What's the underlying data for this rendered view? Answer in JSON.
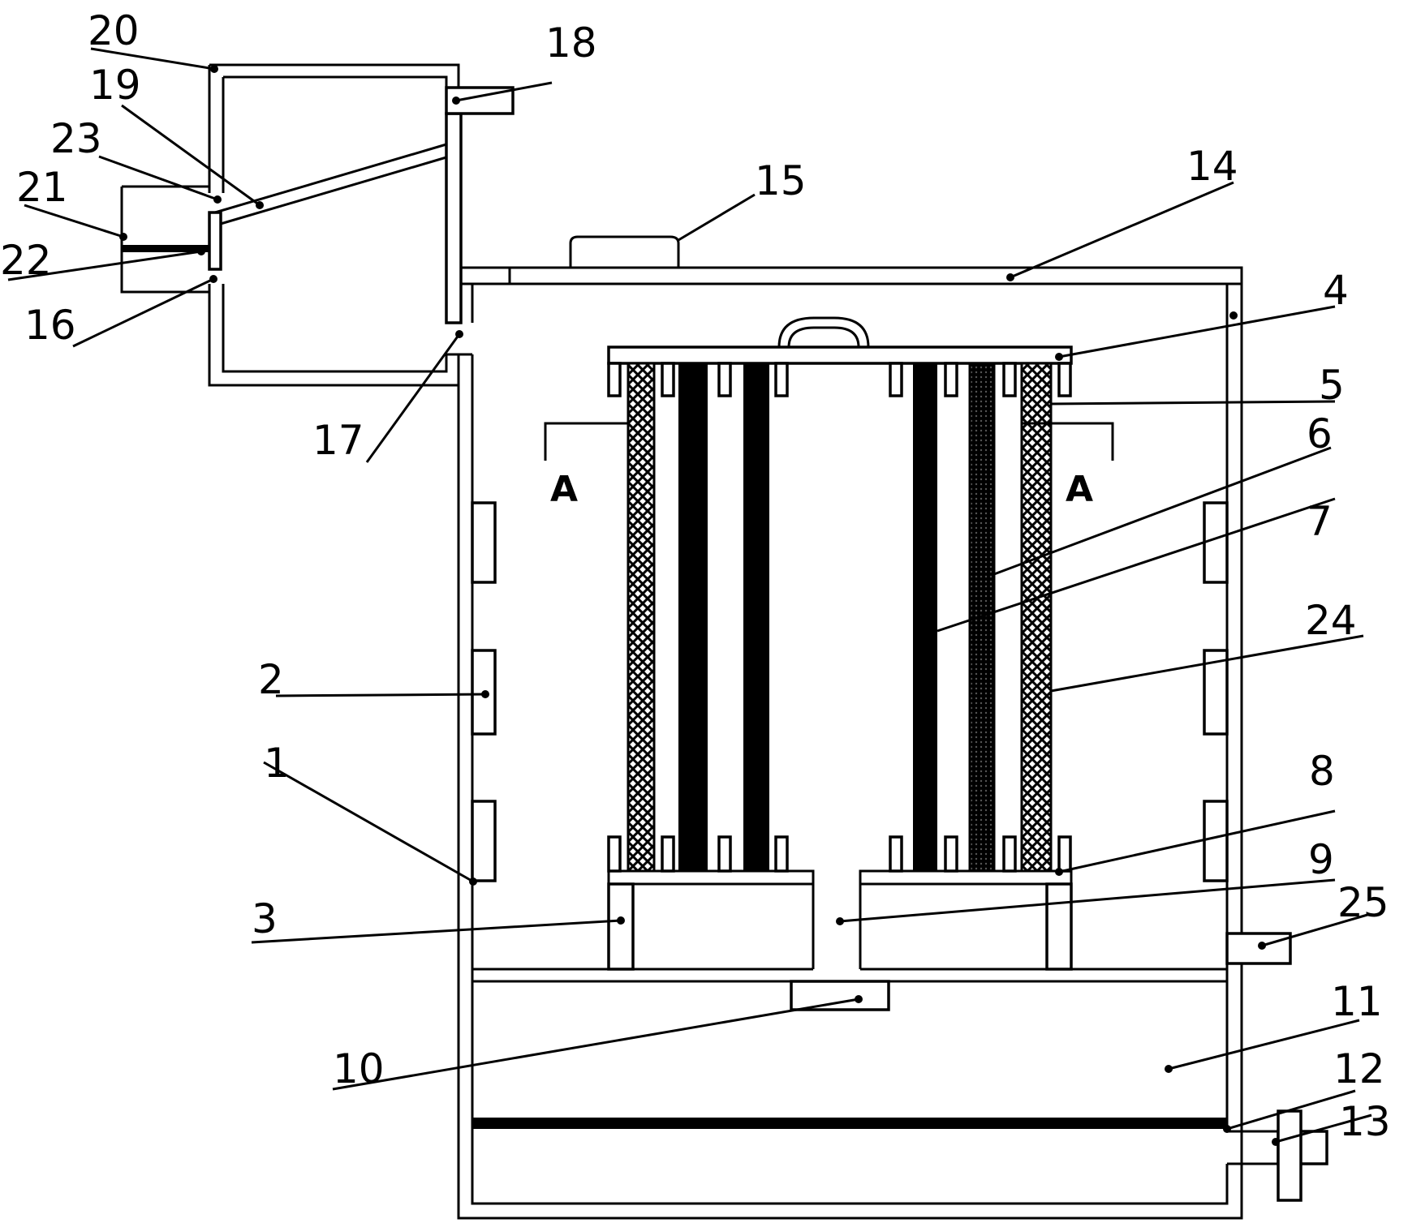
{
  "figure": {
    "colors": {
      "ink": "#000000",
      "paper": "#ffffff"
    },
    "section_marks": [
      "A",
      "A"
    ],
    "labels": [
      {
        "id": "1",
        "text": "1"
      },
      {
        "id": "2",
        "text": "2"
      },
      {
        "id": "3",
        "text": "3"
      },
      {
        "id": "4",
        "text": "4"
      },
      {
        "id": "5",
        "text": "5"
      },
      {
        "id": "6",
        "text": "6"
      },
      {
        "id": "7",
        "text": "7"
      },
      {
        "id": "8",
        "text": "8"
      },
      {
        "id": "9",
        "text": "9"
      },
      {
        "id": "10",
        "text": "10"
      },
      {
        "id": "11",
        "text": "11"
      },
      {
        "id": "12",
        "text": "12"
      },
      {
        "id": "13",
        "text": "13"
      },
      {
        "id": "14",
        "text": "14"
      },
      {
        "id": "15",
        "text": "15"
      },
      {
        "id": "16",
        "text": "16"
      },
      {
        "id": "17",
        "text": "17"
      },
      {
        "id": "18",
        "text": "18"
      },
      {
        "id": "19",
        "text": "19"
      },
      {
        "id": "20",
        "text": "20"
      },
      {
        "id": "21",
        "text": "21"
      },
      {
        "id": "22",
        "text": "22"
      },
      {
        "id": "23",
        "text": "23"
      },
      {
        "id": "24",
        "text": "24"
      },
      {
        "id": "25",
        "text": "25"
      }
    ]
  }
}
